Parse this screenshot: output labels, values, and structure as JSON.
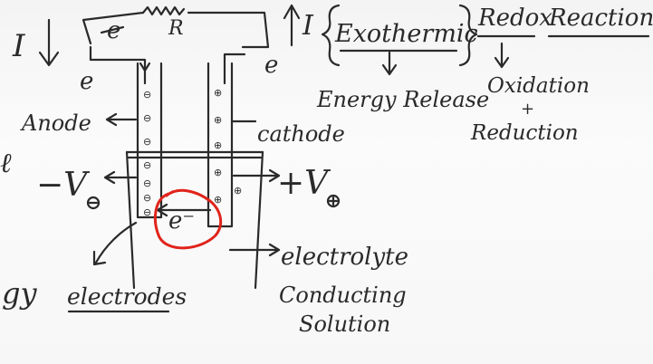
{
  "labels": {
    "current_left": "I",
    "electron_top": "e",
    "resistor": "R",
    "electron_left": "e",
    "electron_right": "e",
    "current_right": "I",
    "exothermic": "Exothermic",
    "redox": "Redox",
    "reaction": "Reaction",
    "energy_release": "Energy Release",
    "oxidation": "Oxidation",
    "plus": "+",
    "reduction": "Reduction",
    "anode": "Anode",
    "cathode": "cathode",
    "neg_potential": "−V",
    "pos_potential": "+V",
    "electron_circled": "e⁻",
    "electrolyte": "electrolyte",
    "electrodes": "electrodes",
    "conducting": "Conducting",
    "solution": "Solution",
    "gy_fragment": "gy",
    "left_edge_fragment": "ℓ"
  },
  "colors": {
    "ink": "#2a2a2a",
    "highlight": "#e0241b",
    "board": "#f7f7f7"
  },
  "anode_symbols": [
    "⊖",
    "⊖",
    "⊖",
    "⊖",
    "⊖",
    "⊖",
    "⊖"
  ],
  "cathode_symbols": [
    "⊕",
    "⊕",
    "⊕",
    "⊕",
    "⊕",
    "⊕"
  ]
}
